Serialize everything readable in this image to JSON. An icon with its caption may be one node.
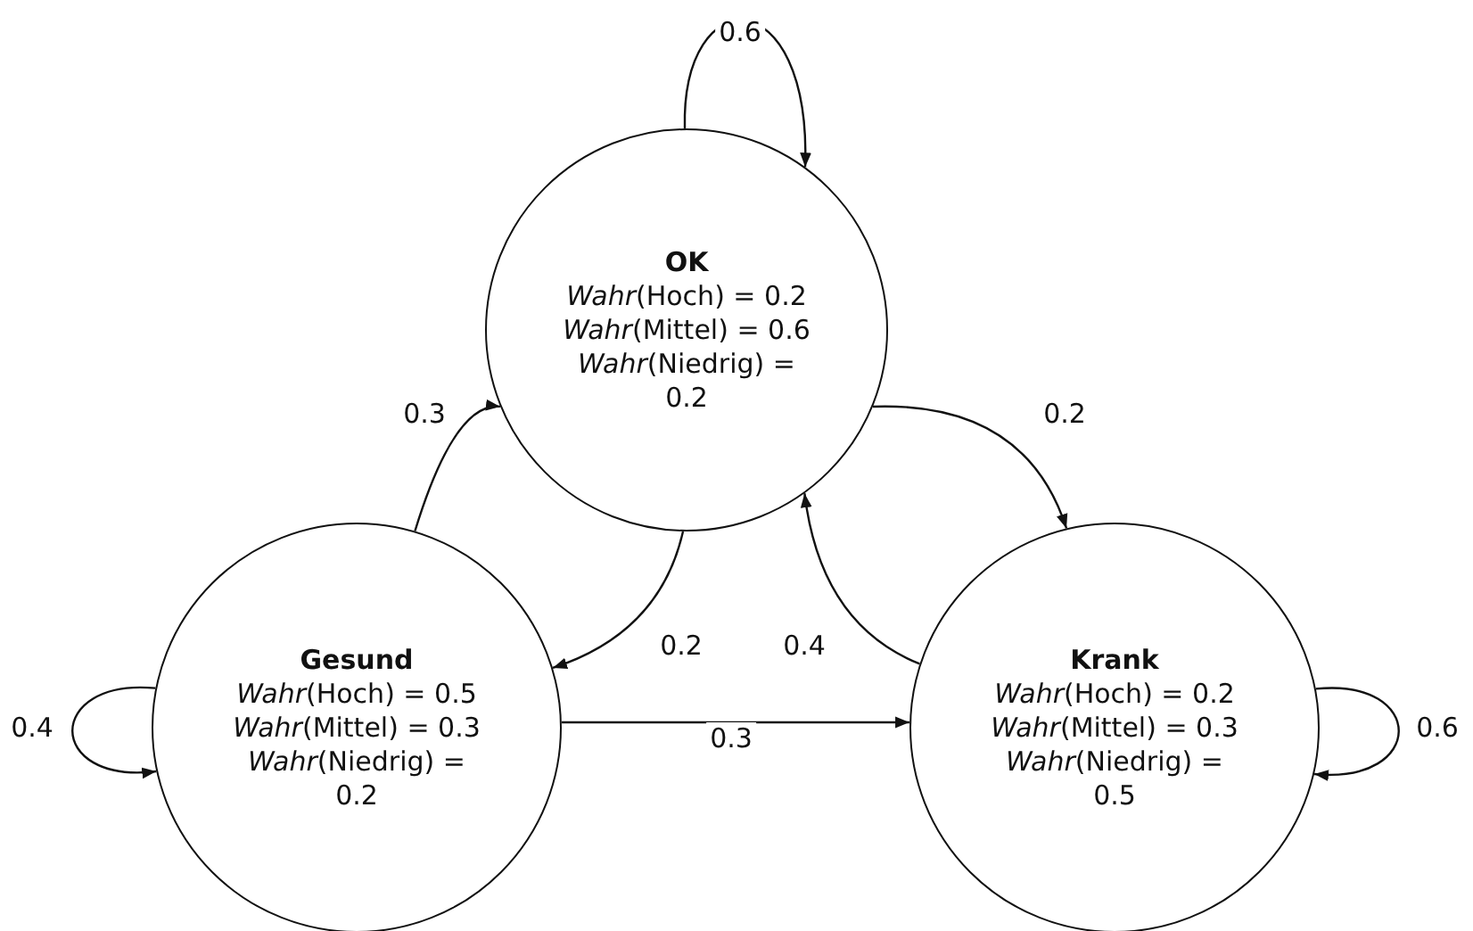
{
  "diagram": {
    "nodes": [
      {
        "text": [
          "OK",
          "*Wahr*(Hoch) = 0.2",
          "*Wahr*(Mittel) = 0.6",
          "*Wahr*(Niedrig) = 0.2"
        ]
      },
      {
        "text": [
          "Gesund",
          "*Wahr*(Hoch) = 0.5",
          "*Wahr*(Mittel) = 0.3",
          "*Wahr*(Niedrig) = 0.2"
        ]
      },
      {
        "text": [
          "Krank",
          "*Wahr*(Hoch) = 0.2",
          "*Wahr*(Mittel) = 0.3",
          "*Wahr*(Niedrig) = 0.5"
        ]
      }
    ],
    "edges": [
      {
        "from": 0,
        "to": 0,
        "arrow": "to",
        "label": "0.6"
      },
      {
        "from": 1,
        "to": 0,
        "arrow": "to",
        "label": "0.3"
      },
      {
        "from": 0,
        "to": 2,
        "arrow": "to",
        "label": "0.2"
      },
      {
        "from": 0,
        "to": 1,
        "arrow": "to",
        "label": "0.2"
      },
      {
        "from": 2,
        "to": 0,
        "arrow": "to",
        "label": "0.4"
      },
      {
        "from": 1,
        "to": 2,
        "arrow": "to",
        "label": "0.3"
      },
      {
        "from": 1,
        "to": 1,
        "arrow": "to",
        "label": "0.4"
      },
      {
        "from": 2,
        "to": 2,
        "arrow": "to",
        "label": "0.6"
      }
    ]
  }
}
